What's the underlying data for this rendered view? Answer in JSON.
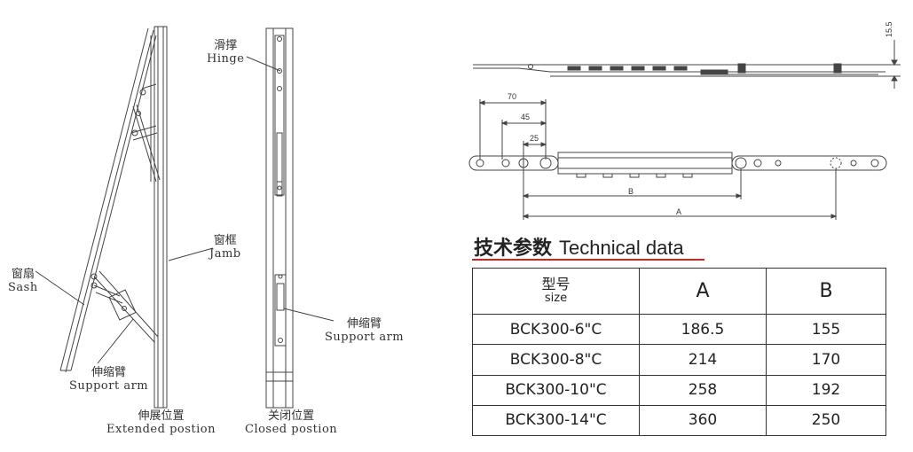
{
  "labels": {
    "hinge_cn": "滑撑",
    "hinge_en": "Hinge",
    "jamb_cn": "窗框",
    "jamb_en": "Jamb",
    "sash_cn": "窗扇",
    "sash_en": "Sash",
    "support_arm_left_cn": "伸缩臂",
    "support_arm_left_en": "Support arm",
    "support_arm_right_cn": "伸缩臂",
    "support_arm_right_en": "Support arm",
    "extended_cn": "伸展位置",
    "extended_en": "Extended postion",
    "closed_cn": "关闭位置",
    "closed_en": "Closed postion"
  },
  "dimensions": {
    "d1": "15.5",
    "d2": "70",
    "d3": "45",
    "d4": "25",
    "d5": "B",
    "d6": "A"
  },
  "tech": {
    "title_cn": "技术参数",
    "title_en": "Technical data",
    "accent_color": "#c62828",
    "header": {
      "model_cn": "型号",
      "model_en": "size",
      "a": "A",
      "b": "B"
    },
    "rows": [
      {
        "model": "BCK300-6\"C",
        "a": "186.5",
        "b": "155"
      },
      {
        "model": "BCK300-8\"C",
        "a": "214",
        "b": "170"
      },
      {
        "model": "BCK300-10\"C",
        "a": "258",
        "b": "192"
      },
      {
        "model": "BCK300-14\"C",
        "a": "360",
        "b": "250"
      }
    ]
  }
}
